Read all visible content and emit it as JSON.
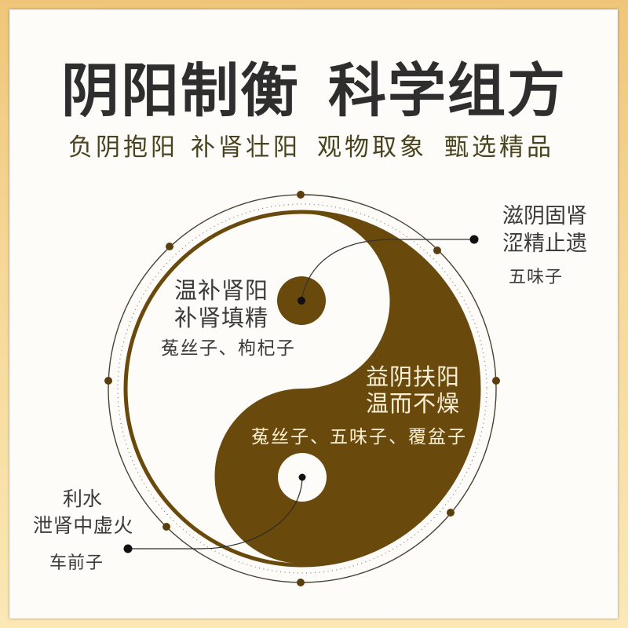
{
  "title": {
    "part1": "阴阳制衡",
    "part2": "科学组方"
  },
  "subtitle": [
    "负阴抱阳",
    "补肾壮阳",
    "观物取象",
    "甄选精品"
  ],
  "annotations": {
    "top_right": {
      "line1": "滋阴固肾",
      "line2": "涩精止遗",
      "herb": "五味子"
    },
    "upper_left": {
      "line1": "温补肾阳",
      "line2": "补肾填精",
      "herbs": "菟丝子、枸杞子"
    },
    "lower_right": {
      "line1": "益阴扶阳",
      "line2": "温而不燥",
      "herbs": "菟丝子、五味子、覆盆子"
    },
    "bottom_left": {
      "line1": "利水",
      "line2": "泄肾中虚火",
      "herb": "车前子"
    }
  },
  "diagram": {
    "symbol": "yin-yang-icon",
    "callout_markers": "black-dot-icon",
    "ring_markers": "brown-dot-icon"
  },
  "colors": {
    "brown": "#6a4a0c",
    "ring_dot": "#5a3f0e",
    "frame_top": "#efc679",
    "frame_bottom": "#fbe8b5",
    "panel": "#fdfcf9",
    "title": "#2e2e2e",
    "subtitle": "#4a4320",
    "label": "#3a3a3a",
    "cream_text": "#fbf0d6"
  }
}
